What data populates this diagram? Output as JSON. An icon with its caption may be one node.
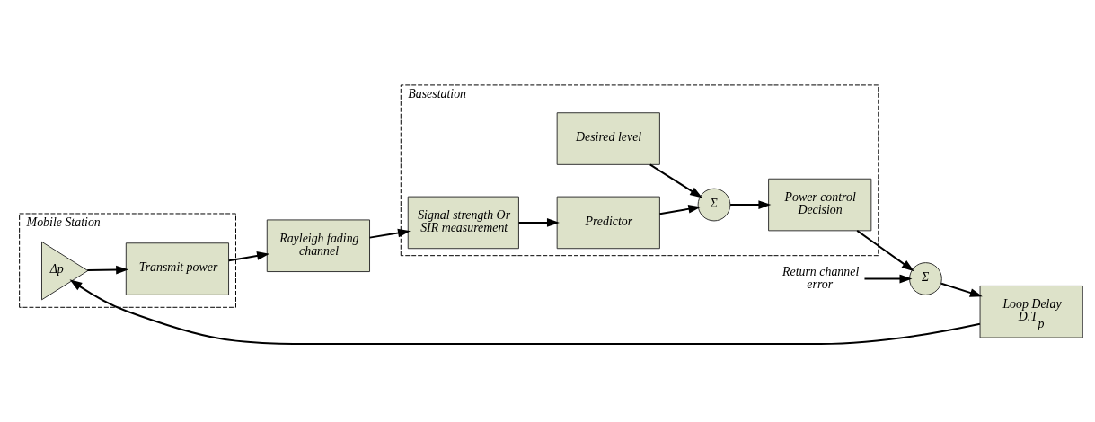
{
  "diagram": {
    "nodes": [
      {
        "text": [
          "Basestation"
        ]
      },
      {
        "text": [
          "Desired level"
        ],
        "in": 0
      },
      {
        "text": [
          "Σ"
        ],
        "in": 0
      },
      {
        "text": [
          "Power control Decision"
        ],
        "in": 0
      },
      {
        "text": [
          "Predictor"
        ],
        "in": 0
      },
      {
        "text": [
          "Signal strength Or SIR measurement"
        ],
        "in": 0
      },
      {
        "text": [
          "Return channel error"
        ]
      },
      {
        "text": [
          "Σ"
        ]
      },
      {
        "text": [
          "Loop Delay D.T$_{p}$"
        ]
      },
      {
        "text": [
          "Mobile Station"
        ]
      },
      {
        "text": [
          "Δp"
        ],
        "in": 9
      },
      {
        "text": [
          "Transmit power"
        ],
        "in": 9
      },
      {
        "text": [
          "Rayleigh fading channel"
        ]
      }
    ],
    "edges": [
      {
        "from": 1,
        "to": 2,
        "arrow": "to"
      },
      {
        "from": 4,
        "to": 2,
        "arrow": "to"
      },
      {
        "from": 2,
        "to": 3,
        "arrow": "to"
      },
      {
        "from": 3,
        "to": 7,
        "arrow": "to"
      },
      {
        "from": 6,
        "to": 7,
        "arrow": "to"
      },
      {
        "from": 7,
        "to": 8,
        "arrow": "to"
      },
      {
        "from": 8,
        "to": 10,
        "arrow": "to"
      },
      {
        "from": 10,
        "to": 11,
        "arrow": "to"
      },
      {
        "from": 11,
        "to": 12,
        "arrow": "to"
      },
      {
        "from": 12,
        "to": 5,
        "arrow": "to"
      },
      {
        "from": 5,
        "to": 4,
        "arrow": "to"
      }
    ]
  }
}
